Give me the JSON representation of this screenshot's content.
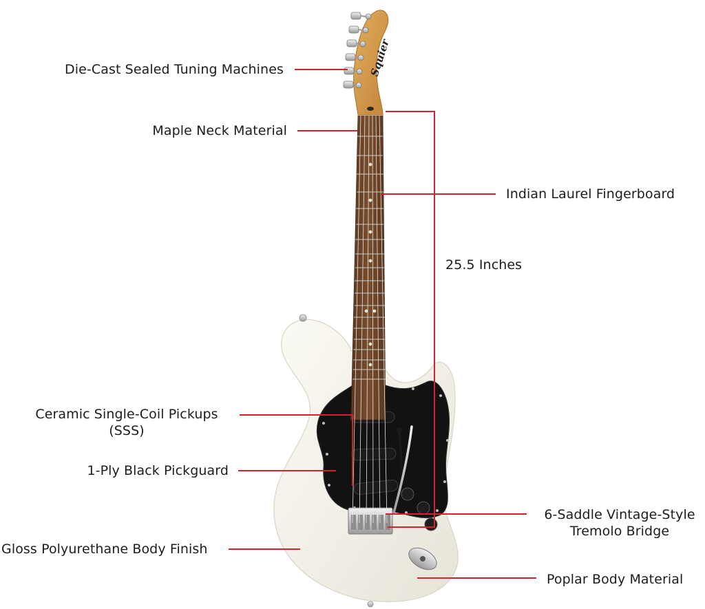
{
  "callouts": {
    "tuning_machines": "Die-Cast Sealed Tuning Machines",
    "neck_material": "Maple Neck Material",
    "fingerboard": "Indian Laurel Fingerboard",
    "scale_length": "25.5 Inches",
    "pickups_line1": "Ceramic Single-Coil Pickups",
    "pickups_line2": "(SSS)",
    "pickguard": "1-Ply Black Pickguard",
    "bridge_line1": "6-Saddle Vintage-Style",
    "bridge_line2": "Tremolo Bridge",
    "body_finish": "Gloss Polyurethane Body Finish",
    "body_material": "Poplar Body Material"
  },
  "headstock_logo": "Squier",
  "colors": {
    "leader_line": "#d2232a",
    "body": "#f4f2ea",
    "pickguard": "#111111",
    "fingerboard": "#6b4426",
    "headstock": "#d59a4a",
    "hardware": "#c9c9c9"
  }
}
